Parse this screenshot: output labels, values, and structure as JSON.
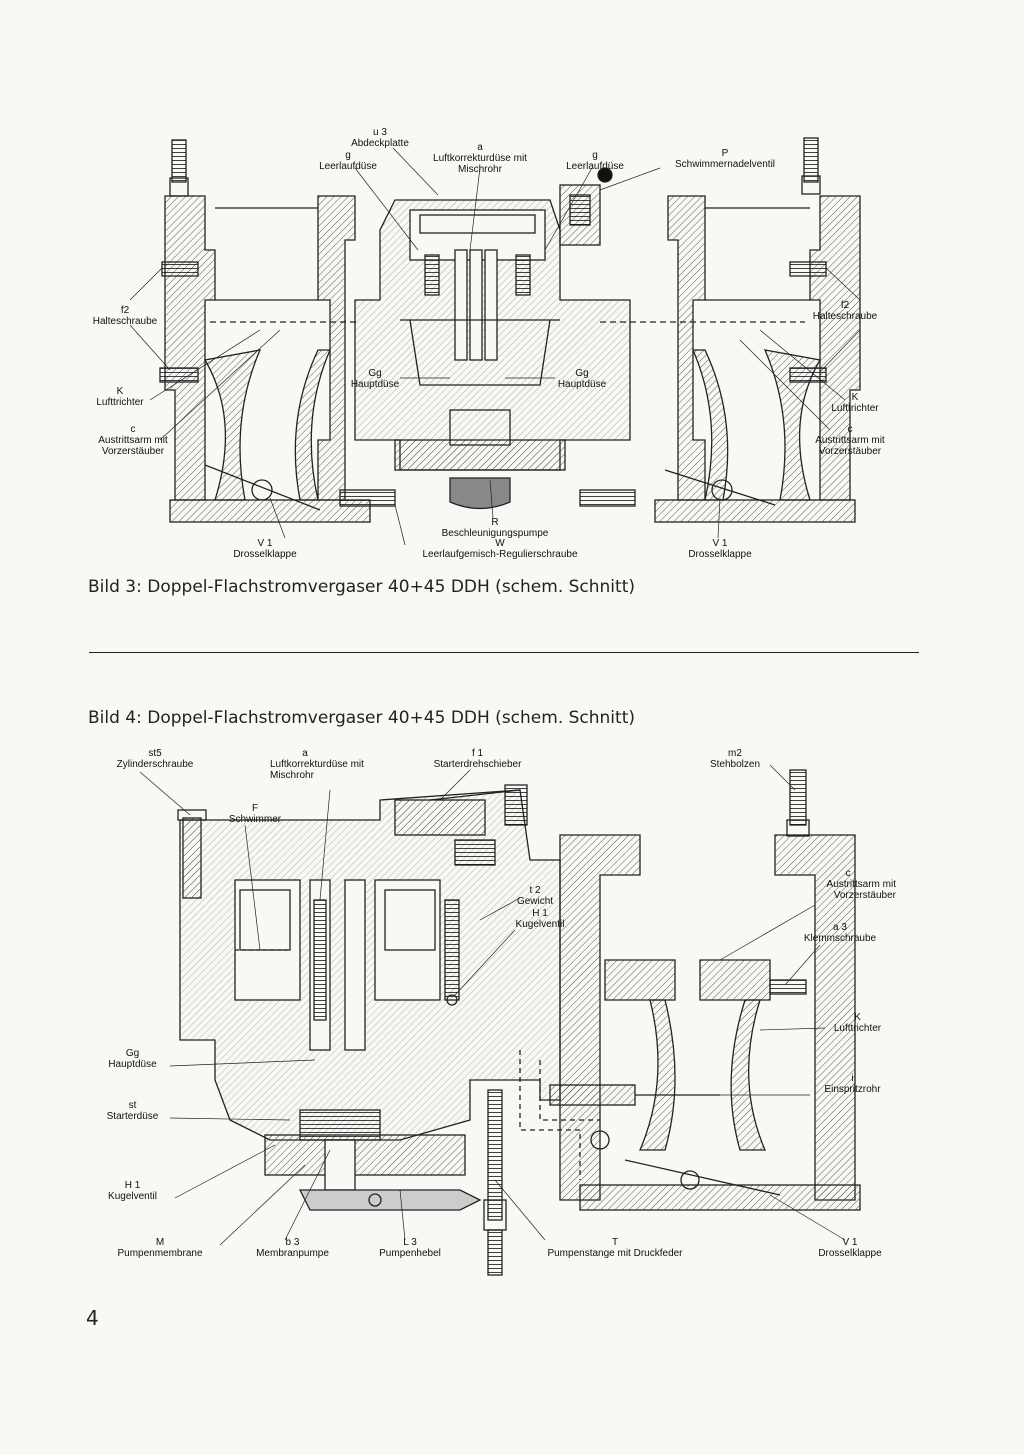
{
  "figure3": {
    "caption": "Bild 3: Doppel-Flachstromvergaser 40+45 DDH (schem. Schnitt)",
    "labels": {
      "u3": {
        "code": "u 3",
        "name": "Abdeckplatte"
      },
      "g_left": {
        "code": "g",
        "name": "Leerlaufdüse"
      },
      "a": {
        "code": "a",
        "name": "Luftkorrekturdüse mit Mischrohr"
      },
      "g_right": {
        "code": "g",
        "name": "Leerlaufdüse"
      },
      "P": {
        "code": "P",
        "name": "Schwimmernadelventil"
      },
      "f2_left": {
        "code": "f2",
        "name": "Halteschraube"
      },
      "f2_right": {
        "code": "f2",
        "name": "Halteschraube"
      },
      "K_left": {
        "code": "K",
        "name": "Lufttrichter"
      },
      "K_right": {
        "code": "K",
        "name": "Lufttrichter"
      },
      "c_left": {
        "code": "c",
        "name": "Austrittsarm mit Vorzerstäuber"
      },
      "c_right": {
        "code": "c",
        "name": "Austrittsarm mit Vorzerstäuber"
      },
      "Gg_left": {
        "code": "Gg",
        "name": "Hauptdüse"
      },
      "Gg_right": {
        "code": "Gg",
        "name": "Hauptdüse"
      },
      "R": {
        "code": "R",
        "name": "Beschleunigungspumpe"
      },
      "W": {
        "code": "W",
        "name": "Leerlaufgemisch-Regulierschraube"
      },
      "V1_left": {
        "code": "V 1",
        "name": "Drosselklappe"
      },
      "V1_right": {
        "code": "V 1",
        "name": "Drosselklappe"
      }
    }
  },
  "figure4": {
    "caption": "Bild 4: Doppel-Flachstromvergaser 40+45 DDH (schem. Schnitt)",
    "labels": {
      "st5": {
        "code": "st5",
        "name": "Zylinderschraube"
      },
      "a": {
        "code": "a",
        "name": "Luftkorrekturdüse mit Mischrohr"
      },
      "f1": {
        "code": "f 1",
        "name": "Starterdrehschieber"
      },
      "m2": {
        "code": "m2",
        "name": "Stehbolzen"
      },
      "F": {
        "code": "F",
        "name": "Schwimmer"
      },
      "t2": {
        "code": "t 2",
        "name": "Gewicht"
      },
      "H1_top": {
        "code": "H 1",
        "name": "Kugelventil"
      },
      "c": {
        "code": "c",
        "name": "Austrittsarm mit Vorzerstäuber"
      },
      "a3": {
        "code": "a 3",
        "name": "Klemmschraube"
      },
      "K": {
        "code": "K",
        "name": "Lufttrichter"
      },
      "Gg": {
        "code": "Gg",
        "name": "Hauptdüse"
      },
      "i": {
        "code": "i",
        "name": "Einspritzrohr"
      },
      "st": {
        "code": "st",
        "name": "Starterdüse"
      },
      "H1_bottom": {
        "code": "H 1",
        "name": "Kugelventil"
      },
      "M": {
        "code": "M",
        "name": "Pumpenmembrane"
      },
      "b3": {
        "code": "b 3",
        "name": "Membranpumpe"
      },
      "L3": {
        "code": "L 3",
        "name": "Pumpenhebel"
      },
      "T": {
        "code": "T",
        "name": "Pumpenstange mit Druckfeder"
      },
      "V1": {
        "code": "V 1",
        "name": "Drosselklappe"
      }
    }
  },
  "page_number": "4"
}
